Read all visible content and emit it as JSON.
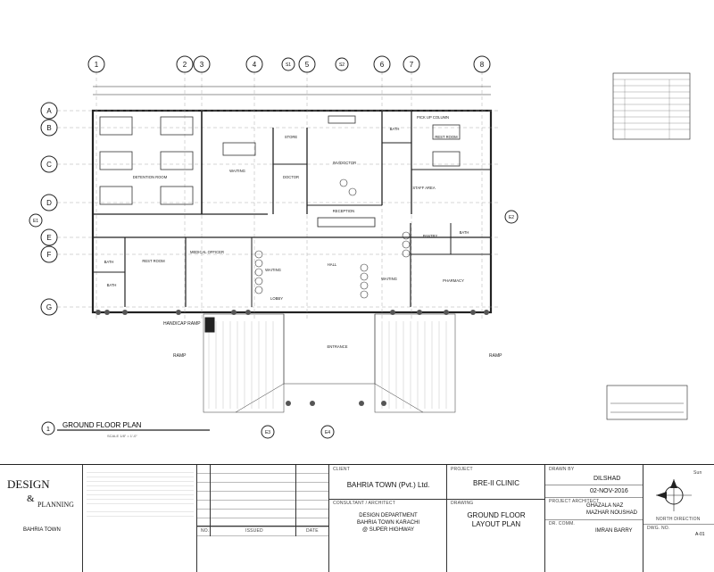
{
  "plan": {
    "grid_cols": [
      "1",
      "2",
      "3",
      "4",
      "5",
      "6",
      "7",
      "8"
    ],
    "grid_rows": [
      "A",
      "B",
      "C",
      "D",
      "E",
      "F",
      "G"
    ],
    "rooms": [
      {
        "key": "detention",
        "label": "DETENTION ROOM"
      },
      {
        "key": "waiting",
        "label": "WAITING"
      },
      {
        "key": "store",
        "label": "STORE"
      },
      {
        "key": "doctor",
        "label": "DOCTOR"
      },
      {
        "key": "inv_doctor",
        "label": "INV/DOCTOR"
      },
      {
        "key": "bath1",
        "label": "BATH"
      },
      {
        "key": "pickup",
        "label": "PICK UP COLUMN"
      },
      {
        "key": "rest_room",
        "label": "REST ROOM"
      },
      {
        "key": "staff_area",
        "label": "STAFF AREA"
      },
      {
        "key": "reception",
        "label": "RECEPTION"
      },
      {
        "key": "rest_room2",
        "label": "REST ROOM"
      },
      {
        "key": "medical_officer",
        "label": "MEDICAL OFFICER"
      },
      {
        "key": "waiting_male",
        "label": "WAITING"
      },
      {
        "key": "hall",
        "label": "HALL"
      },
      {
        "key": "waiting_female",
        "label": "WAITING"
      },
      {
        "key": "pantry",
        "label": "PANTRY"
      },
      {
        "key": "bath2",
        "label": "BATH"
      },
      {
        "key": "pharmacy",
        "label": "PHARMACY"
      },
      {
        "key": "bath3",
        "label": "BATH"
      },
      {
        "key": "bath4",
        "label": "BATH"
      },
      {
        "key": "entrance",
        "label": "ENTRANCE"
      },
      {
        "key": "lobby",
        "label": "LOBBY"
      }
    ],
    "handicap_ramp": "HANDICAP RAMP",
    "ramp_left": "RAMP",
    "ramp_right": "RAMP",
    "drawing_title": "GROUND FLOOR PLAN",
    "drawing_number": "1",
    "scale": "SCALE 1/8\" = 1'-0\"",
    "section_marks": [
      "S1",
      "S2",
      "E1",
      "E2",
      "E3",
      "E4"
    ]
  },
  "title_block": {
    "logo_line1": "DESIGN",
    "logo_amp": "&",
    "logo_line2": "PLANNING",
    "logo_org": "BAHRIA TOWN",
    "rev_col": "NO.",
    "rev_desc_col": "ISSUED",
    "rev_date_col": "DATE",
    "client_label": "CLIENT",
    "client": "BAHRIA TOWN (Pvt.) Ltd.",
    "consultant_label": "CONSULTANT / ARCHITECT",
    "consultant_lines": [
      "DESIGN DEPARTMENT",
      "BAHRIA TOWN KARACHI",
      "@ SUPER HIGHWAY"
    ],
    "project_label": "PROJECT",
    "project": "BRE-II CLINIC",
    "drawing_label": "DRAWING",
    "drawing_lines": [
      "GROUND FLOOR",
      "LAYOUT PLAN"
    ],
    "drawn_by_label": "DRAWN BY",
    "drawn_by": "DILSHAD",
    "date": "02-NOV-2016",
    "checked_label": "PROJECT ARCHITECT",
    "checked_names": [
      "GHAZALA NAZ",
      "MAZHAR NOUSHAD"
    ],
    "approved_label": "DR. COMM.",
    "approved": "IMRAN BARRY",
    "north": "NORTH DIRECTION",
    "sun": "Sun",
    "dwg_no_label": "DWG. NO.",
    "dwg_no": "A-01"
  }
}
